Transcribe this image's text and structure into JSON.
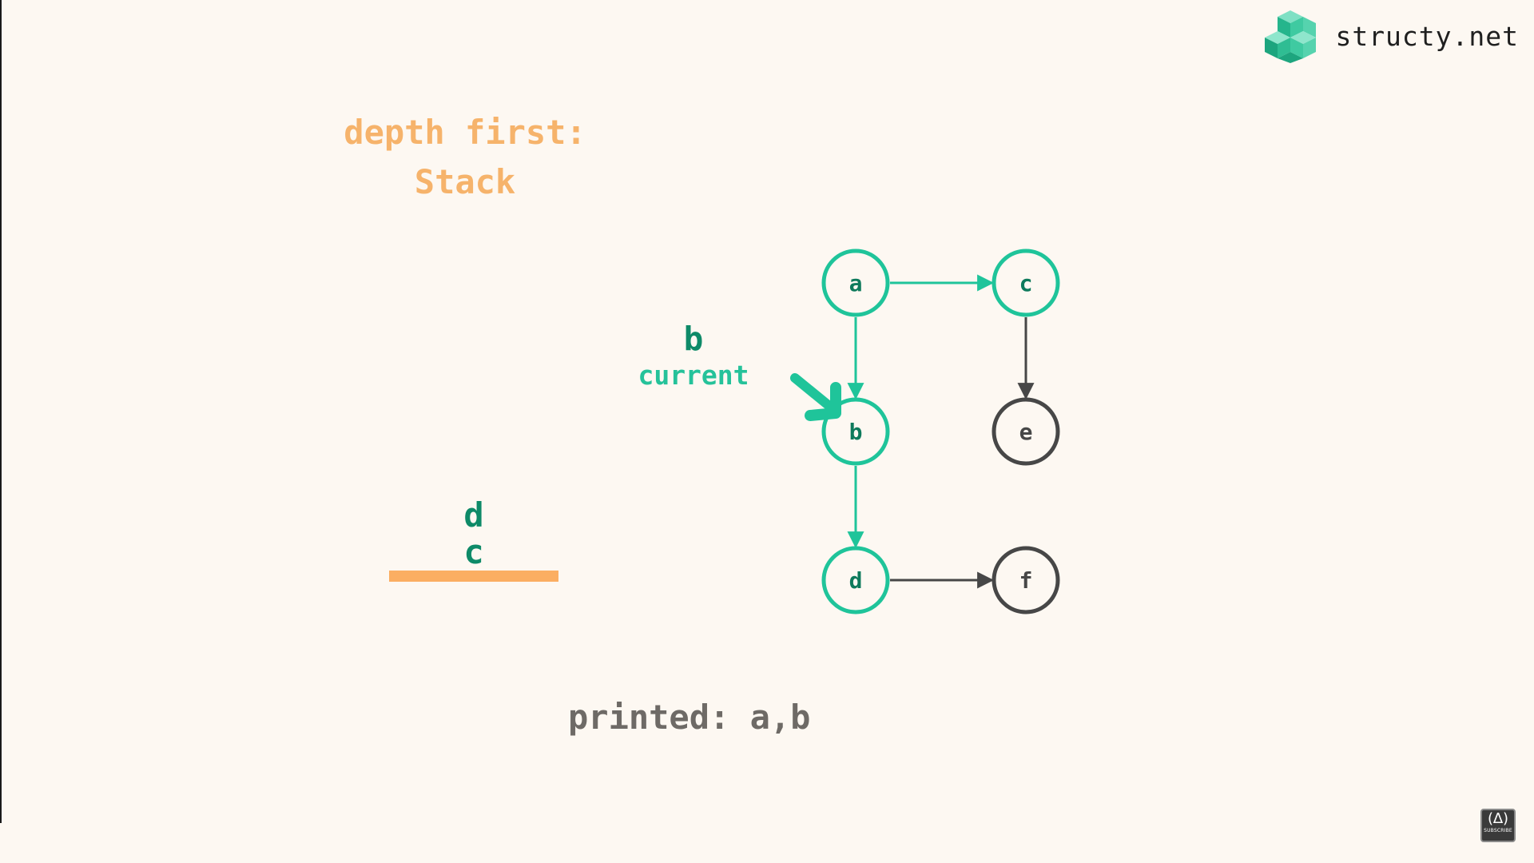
{
  "brand": {
    "name": "structy.net",
    "logo_icon": "cube-stack-logo-icon"
  },
  "heading": {
    "line1": "depth first:",
    "line2": "Stack"
  },
  "current": {
    "value": "b",
    "label": "current"
  },
  "stack": {
    "items": [
      "d",
      "c"
    ]
  },
  "printed": {
    "label": "printed:",
    "values": "a,b"
  },
  "graph": {
    "nodes": [
      {
        "id": "a",
        "state": "visited"
      },
      {
        "id": "c",
        "state": "visited"
      },
      {
        "id": "b",
        "state": "visited"
      },
      {
        "id": "e",
        "state": "unvisited"
      },
      {
        "id": "d",
        "state": "visited"
      },
      {
        "id": "f",
        "state": "unvisited"
      }
    ],
    "edges": [
      {
        "from": "a",
        "to": "c",
        "state": "visited"
      },
      {
        "from": "a",
        "to": "b",
        "state": "visited"
      },
      {
        "from": "c",
        "to": "e",
        "state": "unvisited"
      },
      {
        "from": "b",
        "to": "d",
        "state": "visited"
      },
      {
        "from": "d",
        "to": "f",
        "state": "unvisited"
      }
    ]
  },
  "badge": {
    "icon": "freecodecamp-flame-icon",
    "text": "SUBSCRIBE"
  },
  "colors": {
    "background": "#fdf8f2",
    "visited": "#1fc49a",
    "visited_text": "#0e7a5c",
    "unvisited": "#474747",
    "heading": "#f6b36b",
    "stack_base": "#fbae62",
    "printed": "#6e6a66",
    "pointer": "#1fc49a"
  }
}
